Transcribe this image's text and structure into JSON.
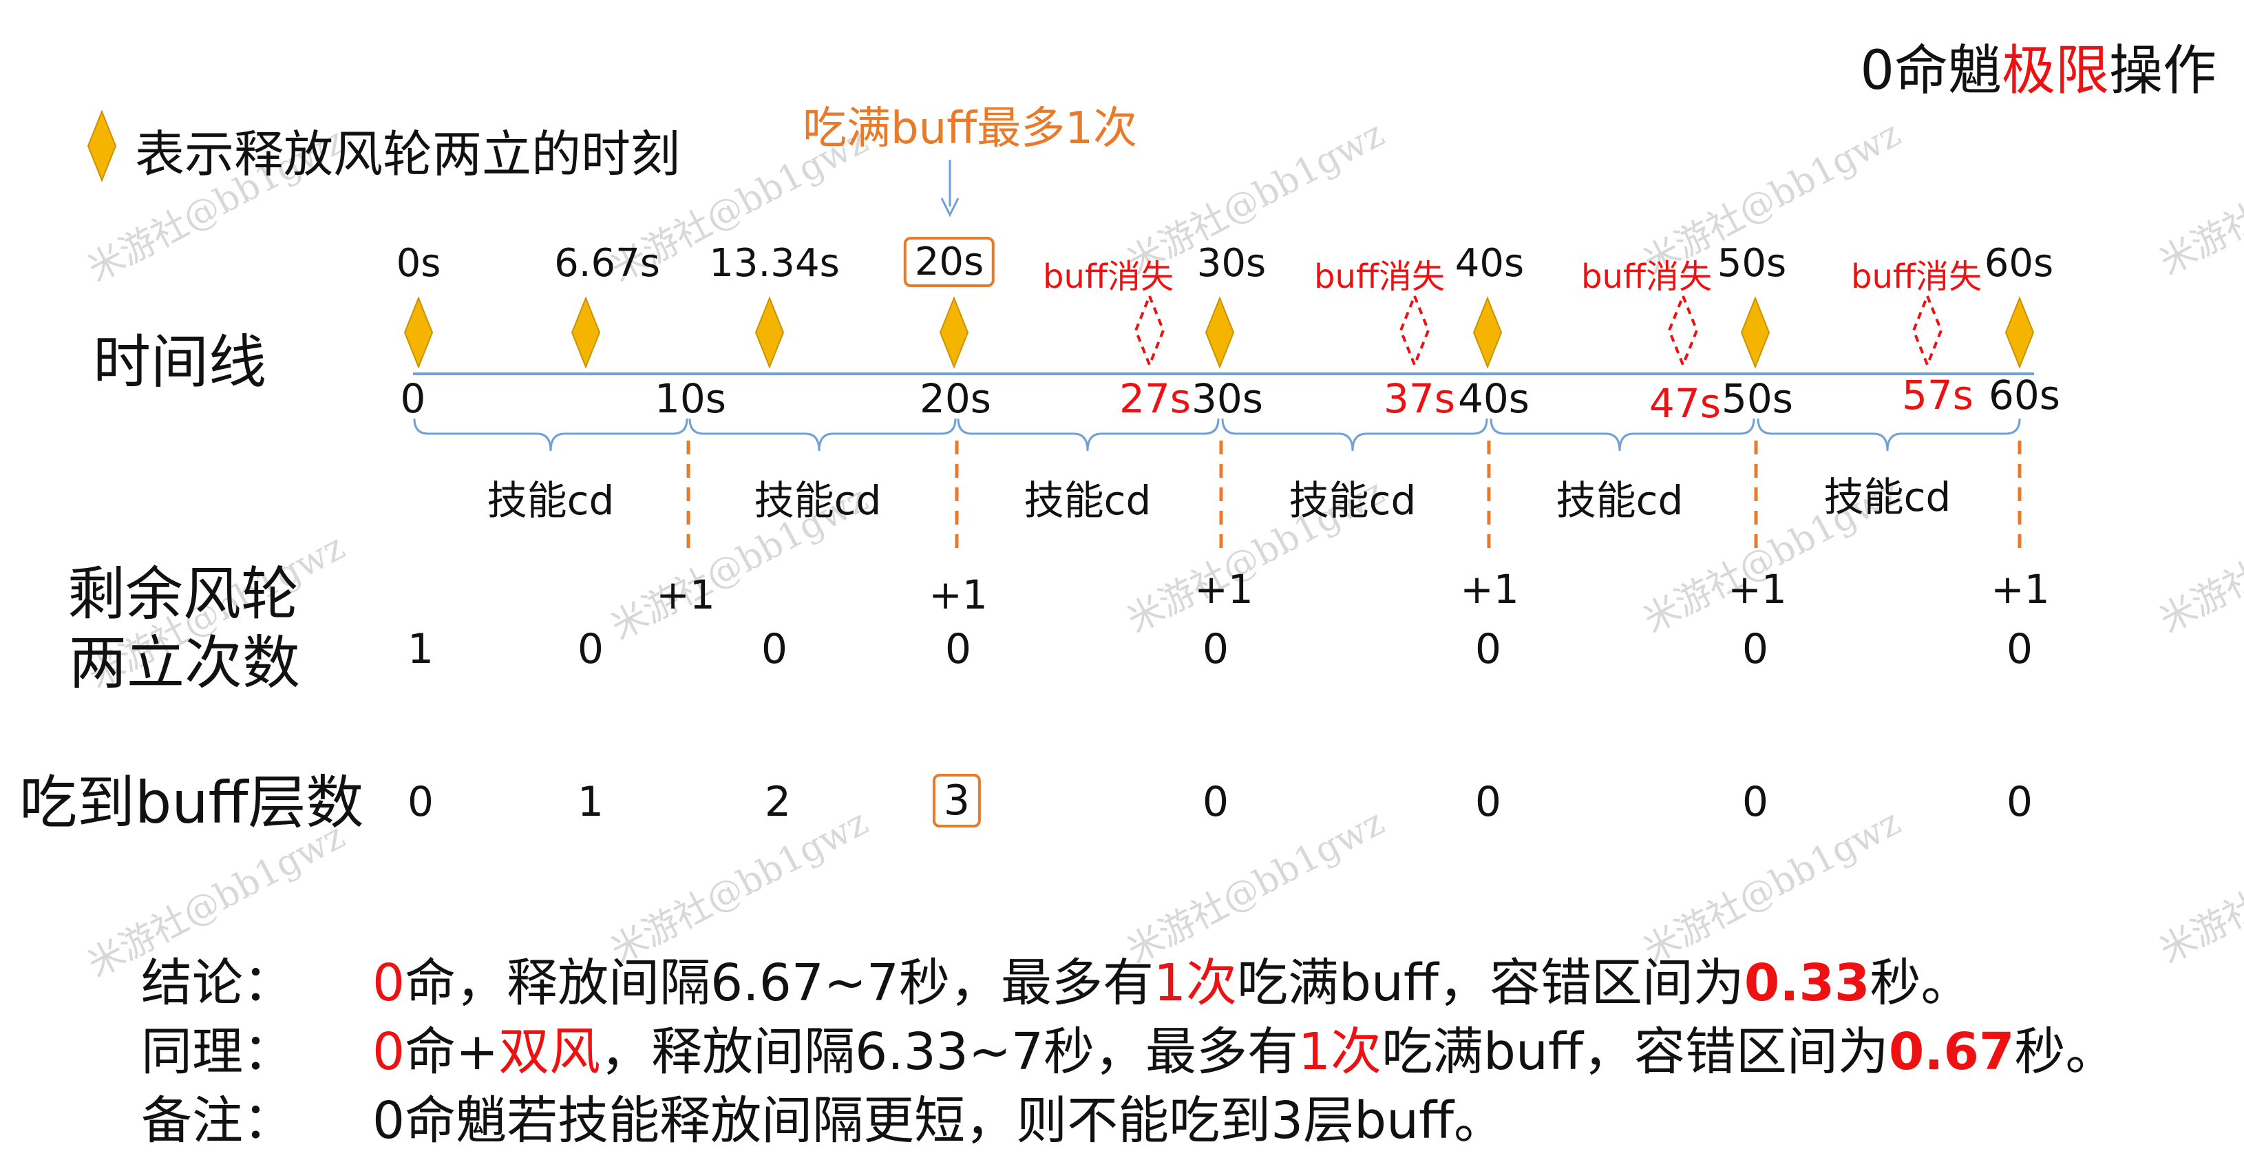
{
  "title": {
    "prefix": "0命魈",
    "highlight": "极限",
    "suffix": "操作"
  },
  "legend": {
    "icon": "diamond-icon",
    "text": "表示释放风轮两立的时刻"
  },
  "callout": "吃满buff最多1次",
  "row_labels": {
    "timeline": "时间线",
    "remaining_line1": "剩余风轮",
    "remaining_line2": "两立次数",
    "buff": "吃到buff层数"
  },
  "release_times": [
    "0s",
    "6.67s",
    "13.34s",
    "20s",
    "30s",
    "40s",
    "50s",
    "60s"
  ],
  "buff_lost_label": "buff消失",
  "axis_ticks": [
    "0",
    "10s",
    "20s",
    "27s",
    "30s",
    "37s",
    "40s",
    "47s",
    "50s",
    "57s",
    "60s"
  ],
  "skill_cd_label": "技能cd",
  "plus_one": "+1",
  "remaining_counts": [
    "1",
    "0",
    "0",
    "0",
    "0",
    "0",
    "0",
    "0"
  ],
  "buff_layers": [
    "0",
    "1",
    "2",
    "3",
    "0",
    "0",
    "0",
    "0"
  ],
  "conclusions": {
    "line1": {
      "label": "结论：",
      "a": "0",
      "b": "命，释放间隔6.67~7秒，最多有",
      "c": "1次",
      "d": "吃满buff，容错区间为",
      "e": "0.33",
      "f": "秒。"
    },
    "line2": {
      "label": "同理：",
      "a": "0",
      "b": "命+",
      "c": "双风",
      "d": "，释放间隔6.33~7秒，最多有",
      "e": "1次",
      "f": "吃满buff，容错区间为",
      "g": "0.67",
      "h": "秒。"
    },
    "line3": {
      "label": "备注：",
      "text": "0命魈若技能释放间隔更短，则不能吃到3层buff。"
    }
  },
  "watermark": "米游社@bb1gwz",
  "colors": {
    "diamond": "#f5b400",
    "timeline": "#6fa0d8",
    "dash": "#e87a2a",
    "red": "#ee1111",
    "callout": "#e87a2a"
  }
}
